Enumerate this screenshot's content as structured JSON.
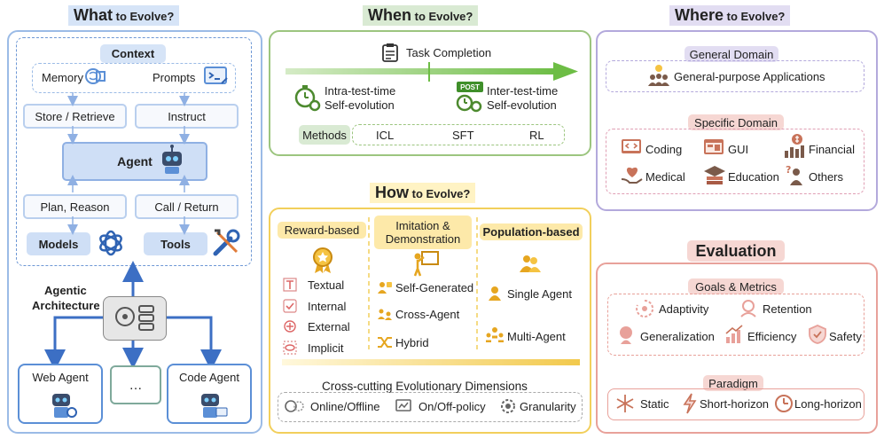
{
  "what": {
    "title": "What",
    "title_suffix": " to Evolve?",
    "context": "Context",
    "memory": "Memory",
    "prompts": "Prompts",
    "store_retrieve": "Store / Retrieve",
    "instruct": "Instruct",
    "agent": "Agent",
    "plan_reason": "Plan, Reason",
    "call_return": "Call / Return",
    "models": "Models",
    "tools": "Tools",
    "agentic_architecture_1": "Agentic",
    "agentic_architecture_2": "Architecture",
    "web_agent": "Web Agent",
    "ellipsis": "…",
    "code_agent": "Code Agent"
  },
  "when": {
    "title": "When",
    "title_suffix": " to Evolve?",
    "task_completion": "Task Completion",
    "intra_1": "Intra-test-time",
    "intra_2": "Self-evolution",
    "post_badge": "POST",
    "inter_1": "Inter-test-time",
    "inter_2": "Self-evolution",
    "methods": "Methods",
    "icl": "ICL",
    "sft": "SFT",
    "rl": "RL"
  },
  "where": {
    "title": "Where",
    "title_suffix": " to Evolve?",
    "general_domain": "General Domain",
    "general_apps": "General-purpose Applications",
    "specific_domain": "Specific Domain",
    "coding": "Coding",
    "gui": "GUI",
    "financial": "Financial",
    "medical": "Medical",
    "education": "Education",
    "others": "Others"
  },
  "how": {
    "title": "How",
    "title_suffix": " to Evolve?",
    "reward_based": "Reward-based",
    "imitation_1": "Imitation &",
    "imitation_2": "Demonstration",
    "population_based": "Population-based",
    "textual": "Textual",
    "internal": "Internal",
    "external": "External",
    "implicit": "Implicit",
    "self_generated": "Self-Generated",
    "cross_agent": "Cross-Agent",
    "hybrid": "Hybrid",
    "single_agent": "Single Agent",
    "multi_agent": "Multi-Agent",
    "cross_cutting": "Cross-cutting Evolutionary Dimensions",
    "online_offline": "Online/Offline",
    "on_off_policy": "On/Off-policy",
    "granularity": "Granularity"
  },
  "evaluation": {
    "title": "Evaluation",
    "goals_metrics": "Goals & Metrics",
    "adaptivity": "Adaptivity",
    "retention": "Retention",
    "generalization": "Generalization",
    "efficiency": "Efficiency",
    "safety": "Safety",
    "paradigm": "Paradigm",
    "static": "Static",
    "short_horizon": "Short-horizon",
    "long_horizon": "Long-horizon"
  },
  "colors": {
    "what_blue": "#5b8fd6",
    "when_green": "#82b366",
    "where_purple": "#a79cd3",
    "how_yellow": "#f2cf5b",
    "eval_red": "#e0938d"
  }
}
